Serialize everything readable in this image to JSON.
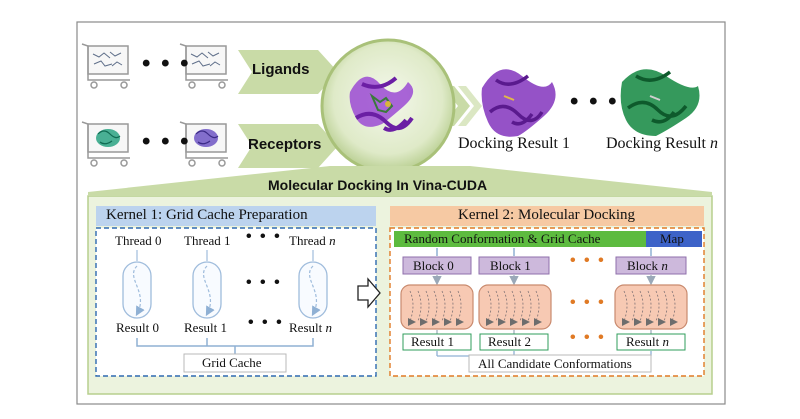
{
  "top": {
    "ligands_label": "Ligands",
    "receptors_label": "Receptors",
    "docking_result_1": "Docking Result 1",
    "docking_result_n_prefix": "Docking Result ",
    "docking_result_n_var": "n",
    "ellipsis": "• • •",
    "main_title": "Molecular Docking In Vina-CUDA"
  },
  "kernel1": {
    "title": "Kernel 1: Grid Cache Preparation",
    "threads": [
      {
        "prefix": "Thread 0",
        "var": ""
      },
      {
        "prefix": "Thread 1",
        "var": ""
      },
      {
        "prefix": "Thread ",
        "var": "n"
      }
    ],
    "results": [
      {
        "prefix": "Result 0",
        "var": ""
      },
      {
        "prefix": "Result 1",
        "var": ""
      },
      {
        "prefix": "Result ",
        "var": "n"
      }
    ],
    "dots": "• • •",
    "output": "Grid Cache"
  },
  "kernel2": {
    "title": "Kernel 2: Molecular Docking",
    "bar_main": "Random Conformation & Grid Cache",
    "bar_map": "Map",
    "blocks": [
      {
        "prefix": "Block 0",
        "var": ""
      },
      {
        "prefix": "Block 1",
        "var": ""
      },
      {
        "prefix": "Block ",
        "var": "n"
      }
    ],
    "results": [
      {
        "prefix": "Result 1",
        "var": ""
      },
      {
        "prefix": "Result 2",
        "var": ""
      },
      {
        "prefix": "Result ",
        "var": "n"
      }
    ],
    "dots": "• • •",
    "output": "All Candidate Conformations"
  },
  "colors": {
    "outer_border": "#8a8a8a",
    "panel_green": "#ecf3de",
    "panel_green_border": "#b7cf8d",
    "arrow_green": "#c9dba7",
    "kernel1_header": "#bcd3ee",
    "kernel1_dash": "#2e6ab0",
    "kernel2_header": "#f6c9a3",
    "kernel2_dash": "#e07a25",
    "bar_green": "#5dbb3f",
    "bar_blue": "#3d63c8",
    "block_purple": "#cdb9dc",
    "block_purple_border": "#8f6fab",
    "conf_fill": "#f7c9b3",
    "conf_border": "#c98a6e",
    "result_green_border": "#2f9c5b",
    "ligand_purple": "#8a3fc1",
    "receptor_green": "#1f8e4a"
  }
}
